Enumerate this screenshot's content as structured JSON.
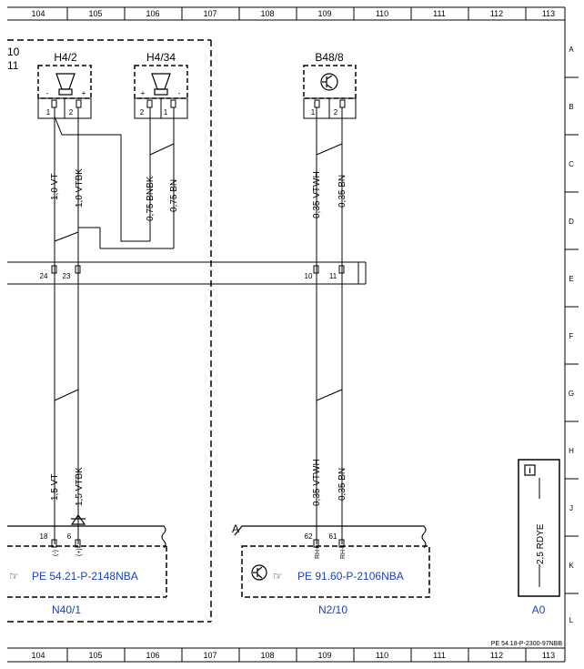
{
  "columns": [
    "104",
    "105",
    "106",
    "107",
    "108",
    "109",
    "110",
    "111",
    "112",
    "113"
  ],
  "rows": [
    "A",
    "B",
    "C",
    "D",
    "E",
    "F",
    "G",
    "H",
    "J",
    "K",
    "L"
  ],
  "left_edge_labels": [
    "10",
    "11"
  ],
  "components": {
    "h4_2": {
      "label": "H4/2",
      "pin_left": "1",
      "pin_right": "2",
      "sign_left": "-",
      "sign_right": "+"
    },
    "h4_34": {
      "label": "H4/34",
      "pin_left": "2",
      "pin_right": "1",
      "sign_left": "+",
      "sign_right": "-"
    },
    "b48_8": {
      "label": "B48/8",
      "pin_left": "1",
      "pin_right": "2"
    }
  },
  "wires_upper": {
    "w1": "1,0 VT",
    "w2": "1,0 VTBK",
    "w3": "0,75 BNBK",
    "w4": "0,75 BN",
    "w5": "0,35 VTWH",
    "w6": "0,35 BN"
  },
  "connector_pins": {
    "p24": "24",
    "p23": "23",
    "p10": "10",
    "p11": "11"
  },
  "wires_lower": {
    "w1": "1,5 VT",
    "w2": "1,5 VTBK",
    "w5": "0,35 VTWH",
    "w6": "0,35 BN"
  },
  "ecu_left": {
    "pin_a": "18",
    "pin_b": "6",
    "pin_a_sign": "(-)",
    "pin_b_sign": "(+)",
    "ref": "PE 54.21-P-2148NBA",
    "name": "N40/1"
  },
  "ecu_right": {
    "marker": "A",
    "pin_a": "62",
    "pin_b": "61",
    "pin_a_sign": "RH+",
    "pin_b_sign": "RH-",
    "ref": "PE 91.60-P-2106NBA",
    "name": "N2/10"
  },
  "a0": {
    "wire": "2,5 RDYE",
    "name": "A0",
    "info_icon": "info-icon"
  },
  "footer_ref": "PE 54.18-P-2300-97NBB",
  "ref_icon": "pointing-hand-icon"
}
